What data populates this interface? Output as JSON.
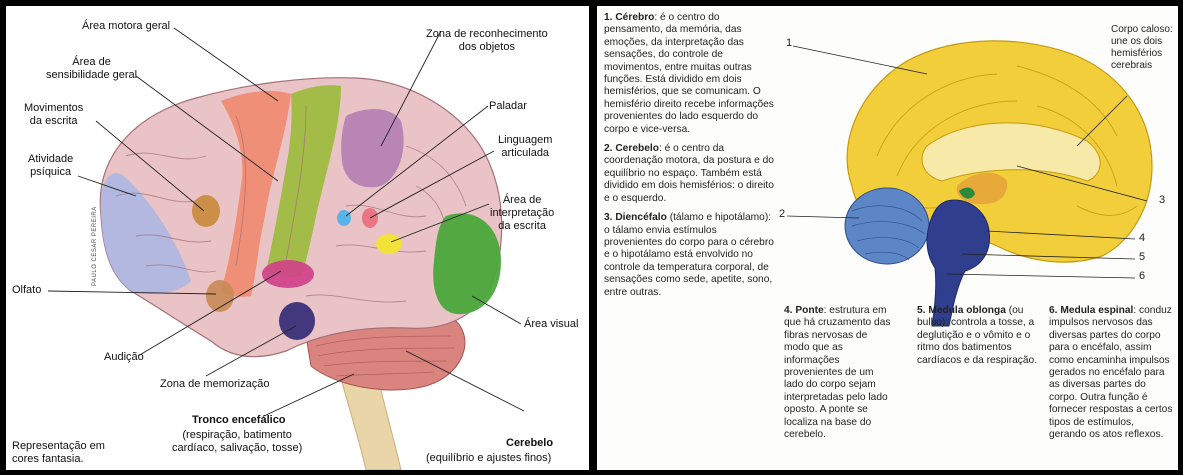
{
  "left": {
    "labels": {
      "area_motora": "Área motora geral",
      "area_sensibilidade": "Área de\nsensibilidade geral",
      "movimentos_escrita": "Movimentos\nda escrita",
      "atividade_psiquica": "Atividade\npsíquica",
      "olfato": "Olfato",
      "audicao": "Audição",
      "zona_memorizacao": "Zona de memorização",
      "tronco_title": "Tronco encefálico",
      "tronco_desc": "(respiração, batimento\ncardíaco, salivação, tosse)",
      "cerebelo_title": "Cerebelo",
      "cerebelo_desc": "(equilíbrio e ajustes finos)",
      "zona_reconhecimento": "Zona de reconhecimento\ndos objetos",
      "paladar": "Paladar",
      "linguagem": "Linguagem\narticulada",
      "area_interpretacao": "Área de\ninterpretação\nda escrita",
      "area_visual": "Área visual",
      "representacao": "Representação em\ncores fantasia.",
      "credit": "PAULO CESAR PEREIRA"
    }
  },
  "right": {
    "p1_title": "1. Cérebro",
    "p1_text": ": é o centro do pensamento, da memória, das emoções, da interpretação das sensações, do controle de movimentos, entre muitas outras funções. Está dividido em dois hemisférios, que se comunicam. O hemisfério direito recebe informações provenientes do lado esquerdo do corpo e vice-versa.",
    "p2_title": "2. Cerebelo",
    "p2_text": ": é o centro da coordenação motora, da postura e do equilíbrio no espaço. Também está dividido em dois hemisférios: o direito e o esquerdo.",
    "p3_title": "3. Diencéfalo",
    "p3_text": " (tálamo e hipotálamo): o tálamo envia estímulos provenientes do corpo para o cérebro e o hipotálamo está envolvido no controle da temperatura corporal, de sensações como sede, apetite, sono, entre outras.",
    "p4_title": "4. Ponte",
    "p4_text": ": estrutura em que há cruzamento das fibras nervosas de modo que as informações provenientes de um lado do corpo sejam interpretadas pelo lado oposto. A ponte se localiza na base do cerebelo.",
    "p5_title": "5. Medula oblonga",
    "p5_text": " (ou bulbo): controla a tosse, a deglutição e o vômito e o ritmo dos batimentos cardíacos e da respiração.",
    "p6_title": "6. Medula espinal",
    "p6_text": ": conduz impulsos nervosos das diversas partes do corpo para o encéfalo, assim como encaminha impulsos gerados no encéfalo para as diversas partes do corpo. Outra função é fornecer respostas a certos tipos de estímulos, gerando os atos reflexos.",
    "corpo_caloso": "Corpo caloso:\nune os dois\nhemisférios\ncerebrais",
    "numbers": [
      "1",
      "2",
      "3",
      "4",
      "5",
      "6"
    ]
  },
  "colors": {
    "brain_pink": "#e9c3c6",
    "motor_orange": "#ef8a6e",
    "sensory_green": "#9bbb3a",
    "recognition_purple": "#b07ab2",
    "visual_green": "#4aa83b",
    "psychic_blue": "#9fb0e0",
    "cerebrum_yellow": "#f2cf3a",
    "cerebellum_blue": "#5d86c7",
    "stem_navy": "#2f3f8e"
  }
}
